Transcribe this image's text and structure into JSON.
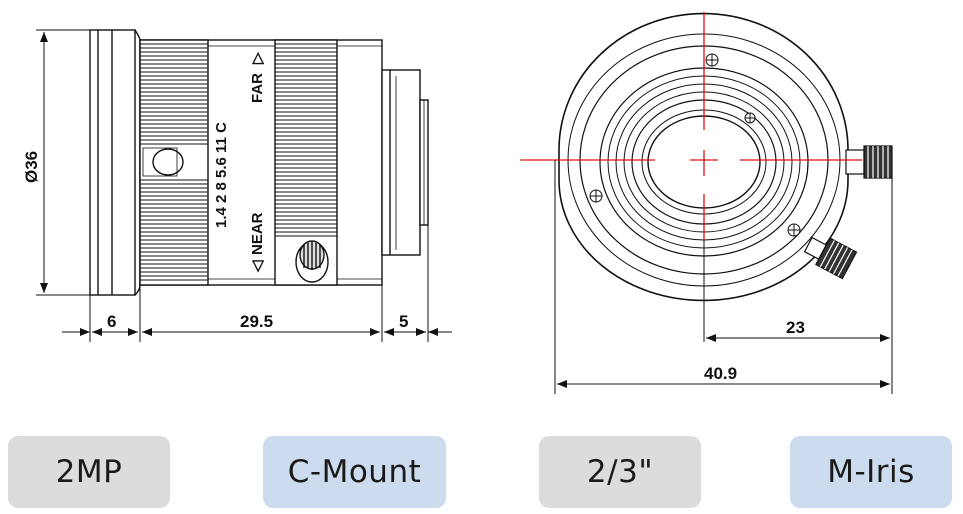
{
  "side_view": {
    "diameter_label": "Ø36",
    "dim_left": "6",
    "dim_middle": "29.5",
    "dim_right": "5",
    "engraving_aperture": "1.4 2 8 5.6 11 C",
    "engraving_far": "FAR",
    "engraving_near": "NEAR"
  },
  "front_view": {
    "dim_radius": "23",
    "dim_width": "40.9"
  },
  "badges": [
    {
      "label": "2MP",
      "color": "#dcdcdc"
    },
    {
      "label": "C-Mount",
      "color": "#ccdcee"
    },
    {
      "label": "2/3\"",
      "color": "#dcdcdc"
    },
    {
      "label": "M-Iris",
      "color": "#ccdcee"
    }
  ]
}
